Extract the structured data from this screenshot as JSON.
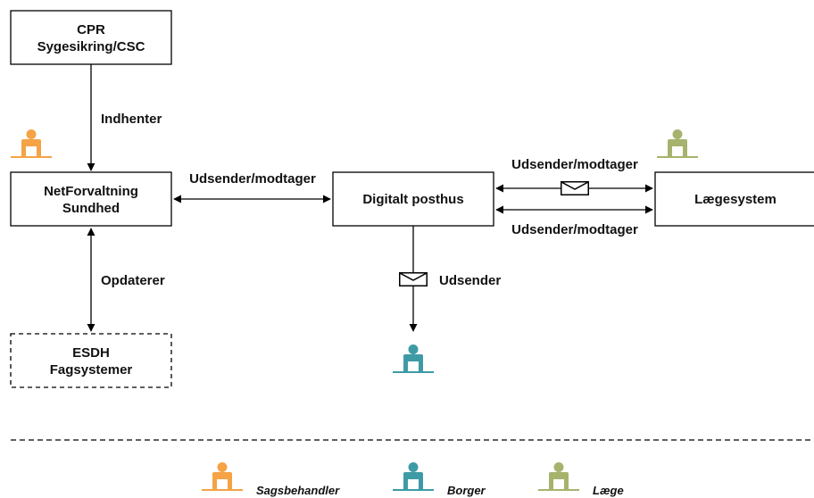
{
  "colors": {
    "sagsbehandler": "#F5A345",
    "borger": "#3E9BA5",
    "laege": "#A6B36D",
    "stroke": "#000000"
  },
  "boxes": {
    "cpr": {
      "line1": "CPR",
      "line2": "Sygesikring/CSC"
    },
    "netforvaltning": {
      "line1": "NetForvaltning",
      "line2": "Sundhed"
    },
    "posthus": {
      "line1": "Digitalt posthus"
    },
    "laegesystem": {
      "line1": "Lægesystem"
    },
    "esdh": {
      "line1": "ESDH",
      "line2": "Fagsystemer"
    }
  },
  "edges": {
    "indhenter": "Indhenter",
    "opdaterer": "Opdaterer",
    "net_posthus": "Udsender/modtager",
    "posthus_laege_top": "Udsender/modtager",
    "posthus_laege_bottom": "Udsender/modtager",
    "posthus_borger": "Udsender"
  },
  "legend": {
    "sagsbehandler": "Sagsbehandler",
    "borger": "Borger",
    "laege": "Læge"
  },
  "icons": {
    "person": "person-at-desk-icon",
    "envelope": "envelope-icon"
  }
}
